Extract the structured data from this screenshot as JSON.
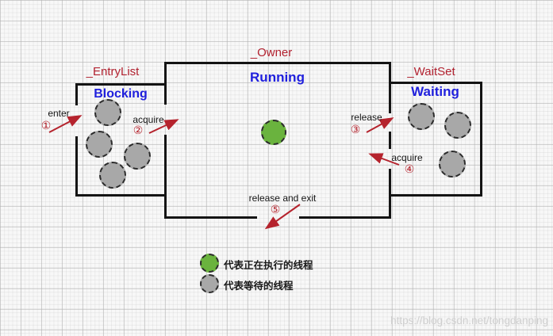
{
  "boxes": {
    "entry_list": {
      "field": "_EntryList",
      "state": "Blocking",
      "thread_count": 4
    },
    "owner": {
      "field": "_Owner",
      "state": "Running",
      "thread_count": 1
    },
    "wait_set": {
      "field": "_WaitSet",
      "state": "Waiting",
      "thread_count": 3
    }
  },
  "transitions": {
    "enter": {
      "label": "enter",
      "num": "①"
    },
    "acquire_lock": {
      "label": "acquire",
      "num": "②"
    },
    "release_wait": {
      "label": "release",
      "num": "③"
    },
    "reacquire": {
      "label": "acquire",
      "num": "④"
    },
    "release_exit": {
      "label": "release and exit",
      "num": "⑤"
    }
  },
  "legend": {
    "running": "代表正在执行的线程",
    "waiting": "代表等待的线程"
  },
  "watermark": "https://blog.csdn.net/tongdanping",
  "colors": {
    "title_red": "#b22230",
    "state_blue": "#2020dd",
    "arrow_red": "#b5232d",
    "running_green": "#6ab33e",
    "waiting_gray": "#a8a8a8",
    "border_black": "#141414"
  }
}
